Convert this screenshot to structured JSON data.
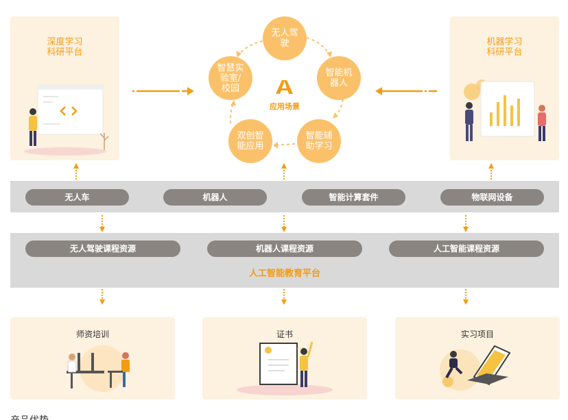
{
  "left_panel": {
    "title_line1": "深度学习",
    "title_line2": "科研平台"
  },
  "right_panel": {
    "title_line1": "机器学习",
    "title_line2": "科研平台"
  },
  "scenario_center": {
    "label": "应用场景",
    "logo": "ai-logo-icon"
  },
  "scenario_circles": [
    {
      "line1": "无人驾",
      "line2": "驶"
    },
    {
      "line1": "智能机",
      "line2": "器人"
    },
    {
      "line1": "智能辅",
      "line2": "助学习"
    },
    {
      "line1": "双创智",
      "line2": "能应用"
    },
    {
      "line1": "智慧实",
      "line2": "验室/",
      "line3": "校园"
    }
  ],
  "hardware_bar": {
    "items": [
      "无人车",
      "机器人",
      "智能计算套件",
      "物联网设备"
    ]
  },
  "platform_bar": {
    "items": [
      "无人驾驶课程资源",
      "机器人课程资源",
      "人工智能课程资源"
    ],
    "label": "人工智能教育平台"
  },
  "bottom_panels": [
    {
      "title": "师资培训"
    },
    {
      "title": "证书"
    },
    {
      "title": "实习项目"
    }
  ],
  "footer": {
    "heading": "产品优势"
  },
  "colors": {
    "accent": "#f39c12",
    "circle": "#fbc16a",
    "panel": "#fdf1e0",
    "bar": "#d9d9d9",
    "pill": "#8a8580"
  }
}
